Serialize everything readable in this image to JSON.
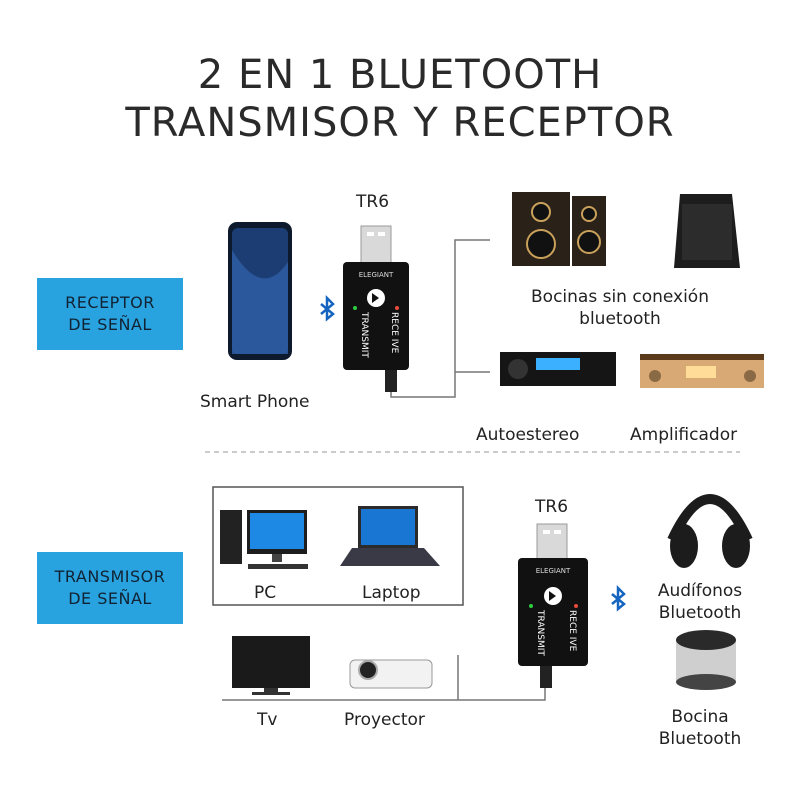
{
  "title": {
    "line1": "2 EN 1 BLUETOOTH",
    "line2": "TRANSMISOR Y RECEPTOR"
  },
  "receiver": {
    "badge_line1": "RECEPTOR",
    "badge_line2": "DE SEÑAL",
    "device_label": "TR6",
    "source_label": "Smart Phone",
    "speakers_label_line1": "Bocinas sin conexión",
    "speakers_label_line2": "bluetooth",
    "car_stereo_label": "Autoestereo",
    "amplifier_label": "Amplificador"
  },
  "transmitter": {
    "badge_line1": "TRANSMISOR",
    "badge_line2": "DE SEÑAL",
    "device_label": "TR6",
    "pc_label": "PC",
    "laptop_label": "Laptop",
    "tv_label": "Tv",
    "projector_label": "Proyector",
    "headphones_label_line1": "Audífonos",
    "headphones_label_line2": "Bluetooth",
    "bt_speaker_label_line1": "Bocina",
    "bt_speaker_label_line2": "Bluetooth"
  },
  "device_face": {
    "brand": "ELEGIANT",
    "side_left": "TRANSMIT",
    "side_right": "RECE IVE"
  },
  "colors": {
    "badge": "#29a3df",
    "bluetooth": "#1565c0",
    "device": "#111111"
  }
}
